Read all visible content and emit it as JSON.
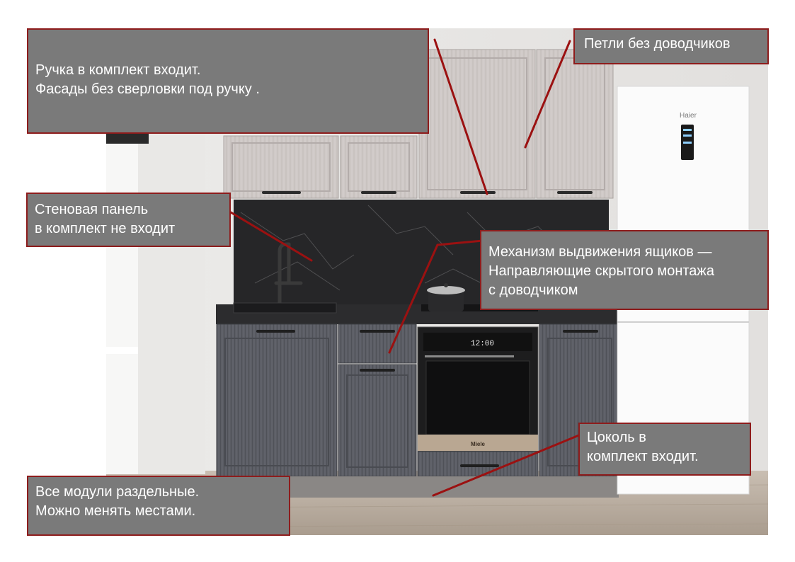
{
  "callouts": {
    "handle": {
      "lines": [
        "Ручка в комплект входит.",
        "Фасады без сверловки под ручку ."
      ]
    },
    "hinges": {
      "lines": [
        "Петли без доводчиков"
      ]
    },
    "wall_panel": {
      "lines": [
        "Стеновая панель",
        "в комплект не входит"
      ]
    },
    "drawer_mechanism": {
      "lines": [
        "Механизм выдвижения ящиков —",
        "Направляющие скрытого монтажа",
        "с доводчиком"
      ]
    },
    "plinth": {
      "lines": [
        "Цоколь в",
        "комплект входит."
      ]
    },
    "modules": {
      "lines": [
        "Все модули раздельные.",
        "Можно менять местами."
      ]
    }
  },
  "appliances": {
    "fridge_brand": "Haier",
    "oven_brand": "Miele",
    "oven_display": "12:00"
  },
  "colors": {
    "callout_bg": "#7a7a7a",
    "callout_border": "#8e1c1c",
    "leader_line": "#9b1111",
    "upper_facade": "#cfc9c7",
    "lower_facade": "#5d5f66",
    "backsplash": "#262628",
    "countertop": "#2c2c2e",
    "floor": "#b9aea2"
  }
}
